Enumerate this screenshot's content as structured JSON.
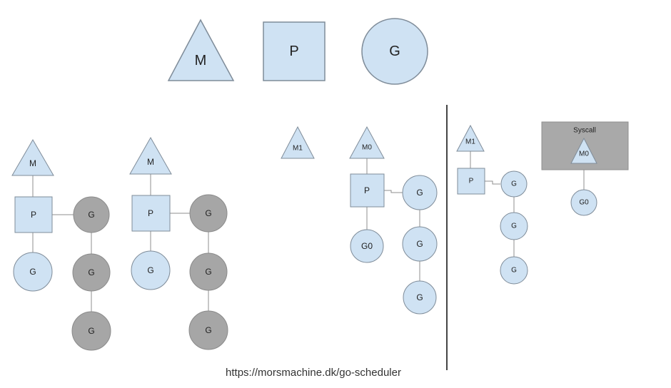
{
  "legend": {
    "machine_label": "M",
    "processor_label": "P",
    "goroutine_label": "G"
  },
  "diagram_1": {
    "cluster_a": {
      "machine": "M",
      "processor": "P",
      "current_goroutine": "G",
      "queue": [
        "G",
        "G",
        "G"
      ]
    },
    "cluster_b": {
      "machine": "M",
      "processor": "P",
      "current_goroutine": "G",
      "queue": [
        "G",
        "G",
        "G"
      ]
    }
  },
  "diagram_2": {
    "idle_machine": "M1",
    "machine": "M0",
    "processor": "P",
    "current_goroutine": "G0",
    "queue": [
      "G",
      "G",
      "G"
    ]
  },
  "diagram_3": {
    "machine": "M1",
    "processor": "P",
    "queue": [
      "G",
      "G",
      "G"
    ],
    "syscall": {
      "title": "Syscall",
      "machine": "M0",
      "goroutine": "G0"
    }
  },
  "footer": {
    "source_url": "https://morsmachine.dk/go-scheduler"
  },
  "colors": {
    "shape_fill": "#cfe2f3",
    "shape_stroke": "#7f8c99",
    "running_goroutine_fill": "#a6a6a6",
    "syscall_fill": "#a9a9a9",
    "divider": "#444444"
  }
}
